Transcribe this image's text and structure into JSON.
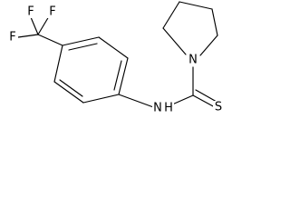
{
  "structure": {
    "atoms": {
      "f_top_left": "F",
      "f_top_right": "F",
      "f_left": "F",
      "n_amide": "N",
      "h_amide": "H",
      "n_ring": "N",
      "s_thione": "S"
    }
  },
  "colors": {
    "ink": "#000000",
    "background": "#ffffff"
  }
}
